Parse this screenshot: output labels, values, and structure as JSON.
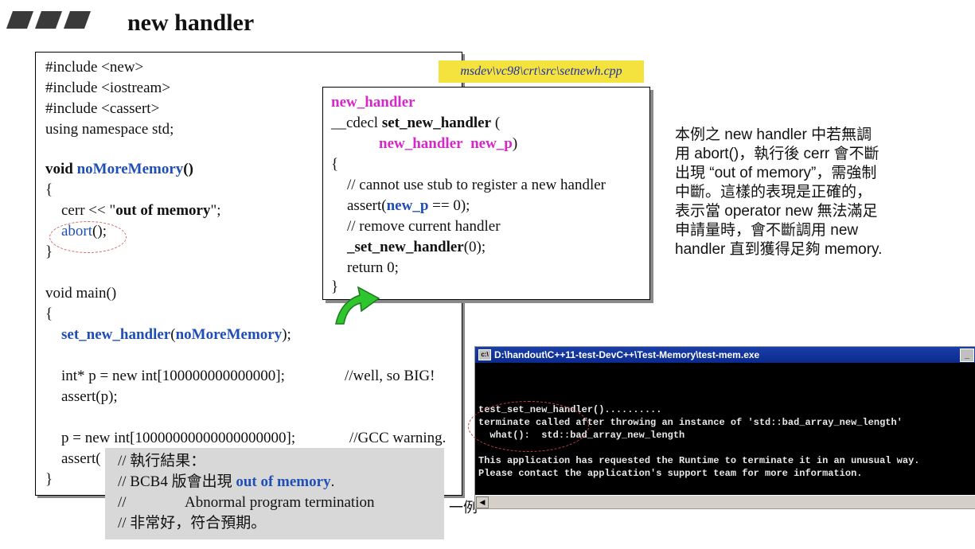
{
  "title": "new handler",
  "main_code": {
    "include_new": "#include <new>",
    "include_iostream": "#include <iostream>",
    "include_cassert": "#include <cassert>",
    "using_ns": "using namespace std;",
    "fn_void": "void ",
    "fn_name": "noMoreMemory",
    "fn_parens": "()",
    "brace_open1": "{",
    "cerr_prefix": "cerr << \"",
    "cerr_msg": "out of memory",
    "cerr_suffix": "\";",
    "abort_call": "abort",
    "abort_rest": "();",
    "brace_close1": "}",
    "main_sig": "void main()",
    "brace_open2": "{",
    "snh_name": "set_new_handler",
    "snh_open": "(",
    "snh_arg": "noMoreMemory",
    "snh_close": ");",
    "alloc1": "int* p = new int[100000000000000];",
    "alloc1_comment": "//well, so BIG!",
    "assert1": "assert(p);",
    "alloc2": "p = new int[10000000000000000000];",
    "alloc2_comment": "//GCC warning.",
    "assert2_partial": "assert(",
    "brace_close2": "}"
  },
  "src_label": "msdev\\vc98\\crt\\src\\setnewh.cpp",
  "inner_code": {
    "ret_type": "new_handler",
    "decl_prefix": "__cdecl ",
    "decl_name": "set_new_handler",
    "decl_paren": " (",
    "param_type": "new_handler",
    "param_name": "new_p",
    "param_close": ")",
    "brace_open": "{",
    "comment1": "// cannot use stub to register a new handler",
    "assert_prefix": "assert(",
    "assert_var": "new_p",
    "assert_suffix": " == 0);",
    "comment2": "// remove current handler",
    "call_name": "_set_new_handler",
    "call_args": "(0);",
    "ret": "return 0;",
    "brace_close": "}"
  },
  "note_lines": [
    "本例之 new handler 中若無調",
    "用 abort()，執行後 cerr 會不斷",
    "出現 “out of memory”，需強制",
    "中斷。這樣的表現是正確的，",
    "表示當 operator new 無法滿足",
    "申請量時，會不斷調用 new",
    "handler 直到獲得足夠 memory."
  ],
  "result_box": {
    "line1": "// 執行結果：",
    "line2_prefix": "// BCB4 版會出現 ",
    "line2_highlight": "out of memory",
    "line2_suffix": ".",
    "line3_slash": "//",
    "line3_text": "Abnormal program termination",
    "line4": "// 非常好，符合預期。"
  },
  "partial_text": "一例",
  "console": {
    "title": "D:\\handout\\C++11-test-DevC++\\Test-Memory\\test-mem.exe",
    "icon_label": "c:\\",
    "lines": [
      "test_set_new_handler()..........",
      "terminate called after throwing an instance of 'std::bad_array_new_length'",
      "  what():  std::bad_array_new_length",
      "",
      "This application has requested the Runtime to terminate it in an unusual way.",
      "Please contact the application's support team for more information."
    ]
  },
  "colors": {
    "keyword_blue": "#1f4fb5",
    "type_magenta": "#d428c8",
    "label_yellow": "#f4e33f",
    "arrow_green": "#2fc52f"
  }
}
